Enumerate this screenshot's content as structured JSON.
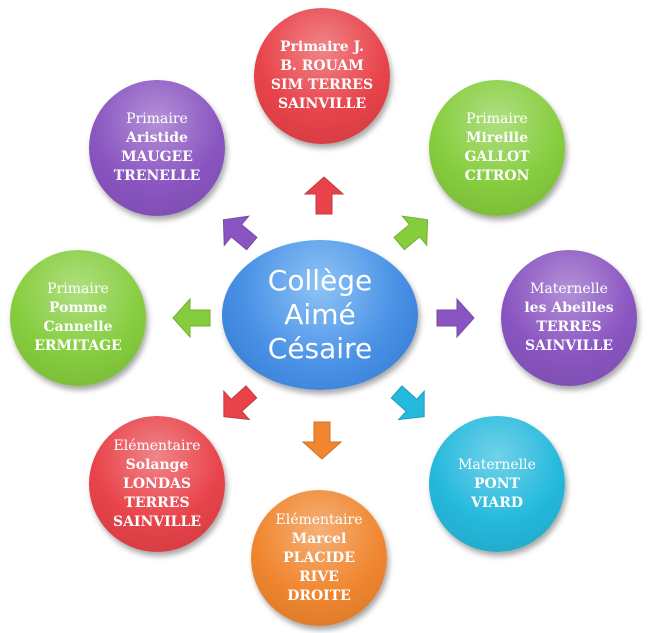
{
  "center": {
    "lines": [
      "Collège",
      "Aimé",
      "Césaire"
    ],
    "color": "#4a92e6"
  },
  "nodes": [
    {
      "id": "rouam",
      "kind": "",
      "lines": [
        "Primaire J.",
        "B. ROUAM",
        "SIM TERRES",
        "SAINVILLE"
      ],
      "color": "#e8434a",
      "icon": "arrow-up-icon"
    },
    {
      "id": "gallot",
      "kind": "Primaire",
      "lines": [
        "Mireille",
        "GALLOT",
        "CITRON"
      ],
      "color": "#86cd3e",
      "icon": "arrow-up-right-icon"
    },
    {
      "id": "abeilles",
      "kind": "Maternelle",
      "lines": [
        "les Abeilles",
        "TERRES",
        "SAINVILLE"
      ],
      "color": "#8a55c1",
      "icon": "arrow-right-icon"
    },
    {
      "id": "pont",
      "kind": "Maternelle",
      "lines": [
        "PONT",
        "VIARD"
      ],
      "color": "#25b9dd",
      "icon": "arrow-down-right-icon"
    },
    {
      "id": "placide",
      "kind": "Elémentaire",
      "lines": [
        "Marcel",
        "PLACIDE",
        "RIVE",
        "DROITE"
      ],
      "color": "#f0862f",
      "icon": "arrow-down-icon"
    },
    {
      "id": "londas",
      "kind": "Elémentaire",
      "lines": [
        "Solange",
        "LONDAS",
        "TERRES",
        "SAINVILLE"
      ],
      "color": "#e8434a",
      "icon": "arrow-down-left-icon"
    },
    {
      "id": "pomme",
      "kind": "Primaire",
      "lines": [
        "Pomme",
        "Cannelle",
        "ERMITAGE"
      ],
      "color": "#86cd3e",
      "icon": "arrow-left-icon"
    },
    {
      "id": "maugee",
      "kind": "Primaire",
      "lines": [
        "Aristide",
        "MAUGEE",
        "TRENELLE"
      ],
      "color": "#8a55c1",
      "icon": "arrow-up-left-icon"
    }
  ]
}
